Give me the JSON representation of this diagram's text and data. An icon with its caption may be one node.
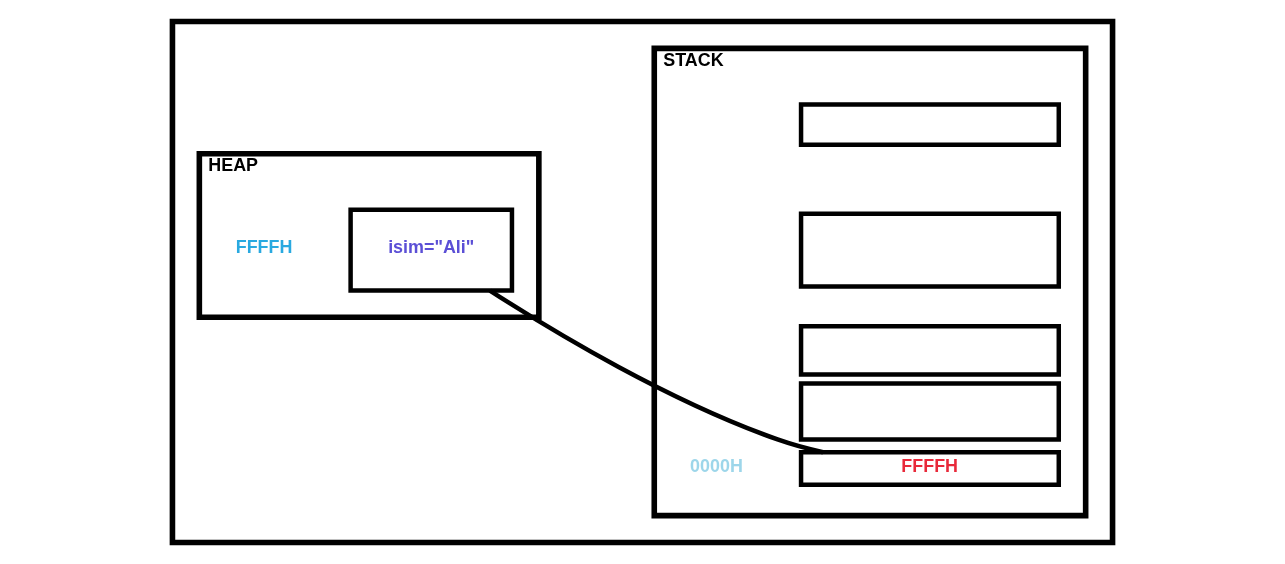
{
  "diagram": {
    "nodes": [
      {
        "text": [],
        "shape": "box"
      },
      {
        "text": [
          "STACK"
        ],
        "in": 0
      },
      {
        "text": [],
        "shape": "box",
        "in": 1
      },
      {
        "text": [],
        "shape": "box",
        "in": 1
      },
      {
        "text": [],
        "shape": "box",
        "in": 1
      },
      {
        "text": [],
        "shape": "box",
        "in": 1
      },
      {
        "text": [
          "FFFFH"
        ],
        "beside": [
          "0000H"
        ],
        "in": 1
      },
      {
        "text": [
          "HEAP"
        ],
        "in": 0
      },
      {
        "text": [
          "isim=\"Ali\""
        ],
        "beside": [
          "FFFFH"
        ],
        "in": 7
      }
    ],
    "edges": [
      {
        "from": 6,
        "to": 8,
        "arrow": "none"
      }
    ]
  }
}
